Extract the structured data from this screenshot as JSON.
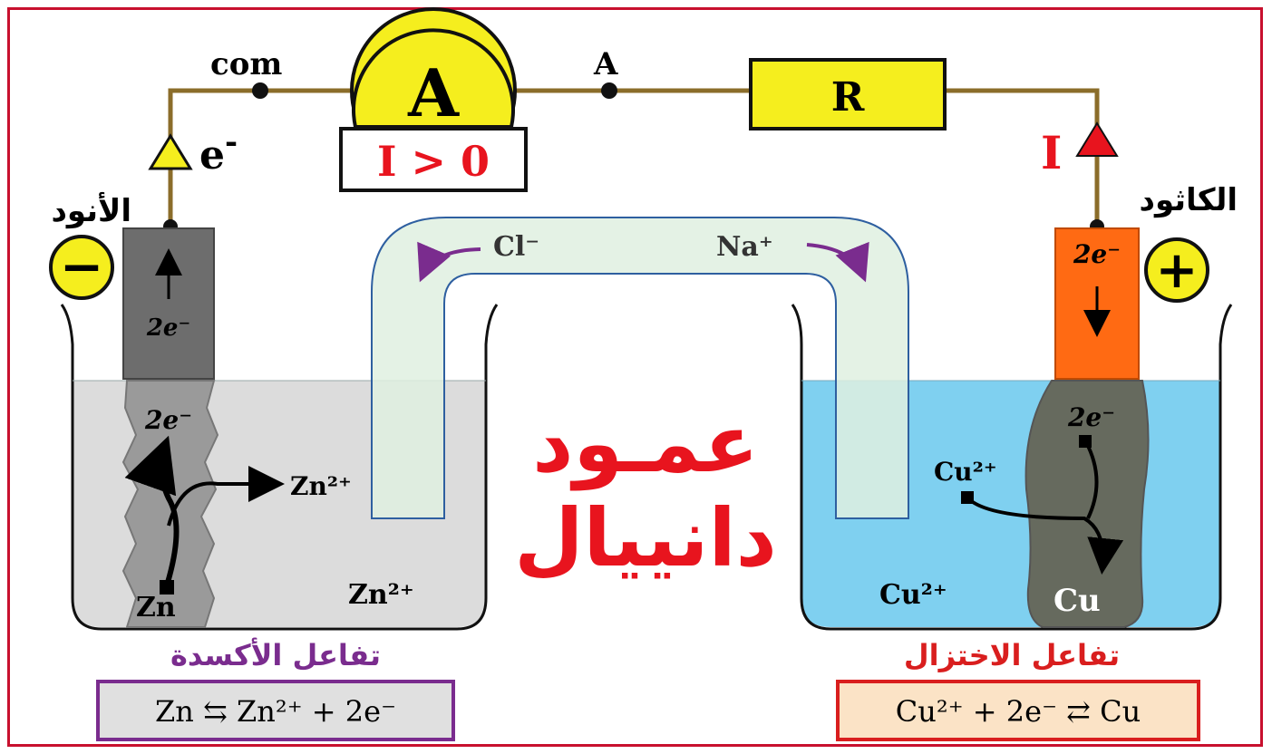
{
  "circuit": {
    "com_label": "com",
    "a_label": "A",
    "ammeter_symbol": "A",
    "ammeter_reading": "I > 0",
    "resistor_symbol": "R",
    "electron_label": "e",
    "electron_sup": "-",
    "current_label": "I"
  },
  "anode": {
    "label": "الأنود",
    "sign": "−",
    "electrode_electrons": "2e⁻",
    "solution_electrons": "2e⁻",
    "ion_label": "Zn²⁺",
    "metal_label": "Zn",
    "solution_ion": "Zn²⁺",
    "reaction_title": "تفاعل الأكسدة",
    "equation": "Zn ⇆ Zn²⁺ + 2e⁻"
  },
  "cathode": {
    "label": "الكاثود",
    "sign": "+",
    "electrode_electrons": "2e⁻",
    "solution_electrons": "2e⁻",
    "ion_label": "Cu²⁺",
    "metal_label": "Cu",
    "solution_ion": "Cu²⁺",
    "reaction_title": "تفاعل الاختزال",
    "equation": "Cu²⁺ + 2e⁻ ⇄ Cu"
  },
  "salt_bridge": {
    "anion": "Cl⁻",
    "cation": "Na⁺"
  },
  "title": {
    "line1": "عمـود",
    "line2": "دانييال"
  },
  "colors": {
    "wire": "#8b6d2a",
    "ammeter_fill": "#f5ee1e",
    "resistor_fill": "#f5ee1e",
    "zinc_solution": "#dcdcdc",
    "copper_solution": "#7fd0f0",
    "copper_electrode": "#ff6a13",
    "zinc_electrode": "#6d6d6d",
    "salt_bridge": "#dff0e0",
    "title_red": "#e8141e",
    "oxidation_purple": "#7a2c8e",
    "reduction_red": "#d91e1e"
  }
}
